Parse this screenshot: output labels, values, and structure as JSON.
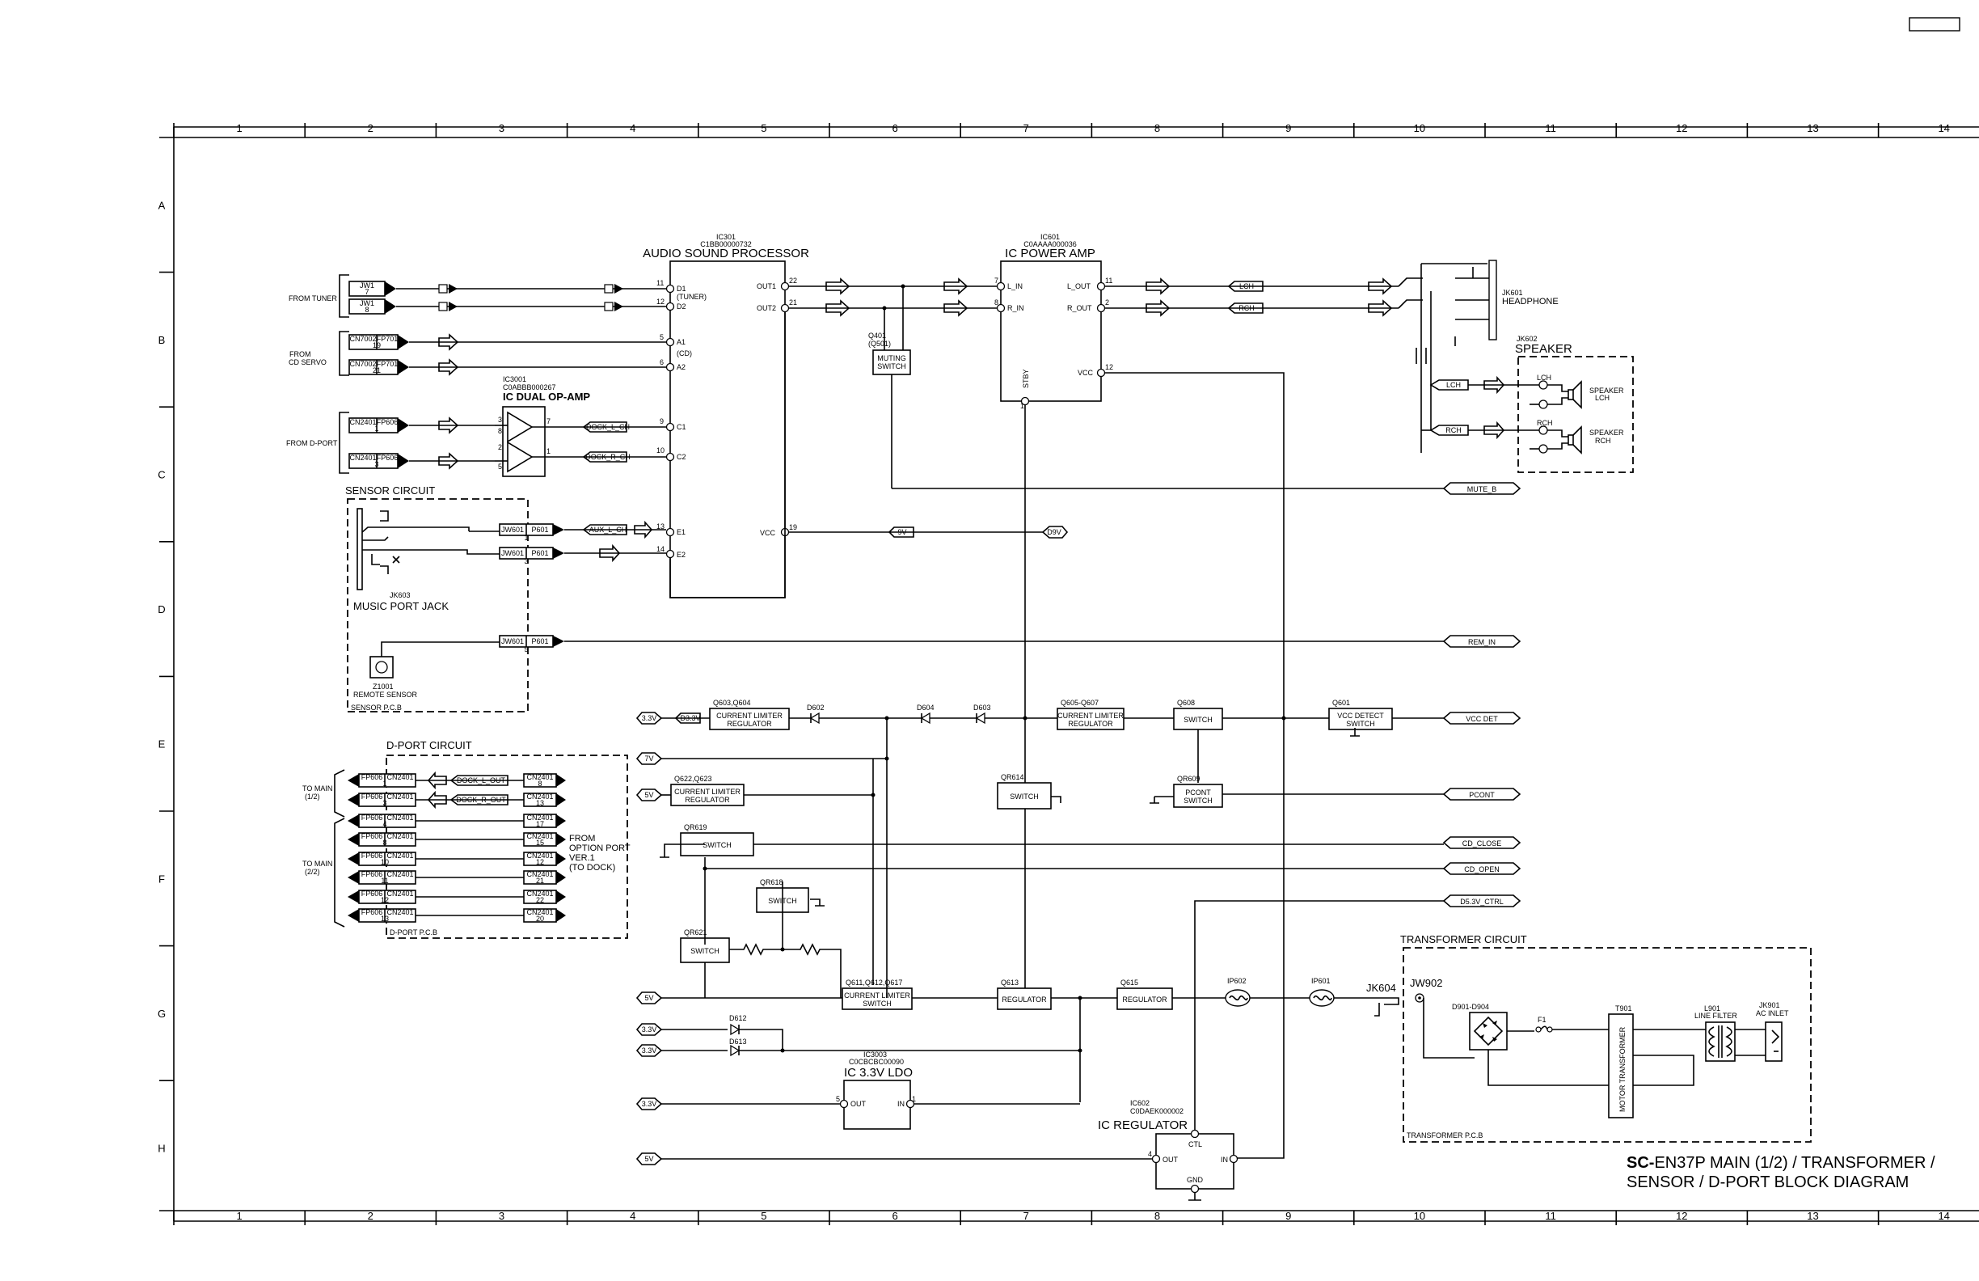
{
  "corner_box": "",
  "grid": {
    "columns": [
      "1",
      "2",
      "3",
      "4",
      "5",
      "6",
      "7",
      "8",
      "9",
      "10",
      "11",
      "12",
      "13",
      "14"
    ],
    "rows": [
      "A",
      "B",
      "C",
      "D",
      "E",
      "F",
      "G",
      "H"
    ]
  },
  "title": {
    "line1_bold": "SC-",
    "line1_rest": "EN37P MAIN (1/2) / TRANSFORMER /",
    "line2": "SENSOR / D-PORT BLOCK DIAGRAM"
  },
  "regions": {
    "sensor": "SENSOR CIRCUIT",
    "sensor_pcb": "SENSOR P.C.B",
    "dport": "D-PORT CIRCUIT",
    "dport_pcb": "D-PORT P.C.B",
    "transformer": "TRANSFORMER CIRCUIT",
    "transformer_pcb": "TRANSFORMER P.C.B"
  },
  "sources": {
    "tuner": "FROM TUNER",
    "cd_1": "FROM",
    "cd_2": "CD SERVO",
    "dport": "FROM D-PORT",
    "to_main_12_a": "TO MAIN",
    "to_main_12_b": "(1/2)",
    "to_main_22_a": "TO MAIN",
    "to_main_22_b": "(2/2)",
    "option_1": "FROM",
    "option_2": "OPTION PORT",
    "option_3": "VER.1",
    "option_4": "(TO DOCK)"
  },
  "connectors": {
    "jw1_a": "JW1",
    "jw1_a_pin": "7",
    "jw1_b": "JW1",
    "jw1_b_pin": "8",
    "cn7002_a": "CN7002",
    "fp701_a": "FP701",
    "cd_a_pin": "19",
    "cn7002_b": "CN7002",
    "fp701_b": "FP701",
    "cd_b_pin": "21",
    "cn2401_a": "CN2401",
    "fp606_a": "FP606",
    "dp_a_pin": "1",
    "cn2401_b": "CN2401",
    "fp606_b": "FP606",
    "dp_b_pin": "3",
    "jw601": "JW601",
    "p601": "P601",
    "p601_pins": [
      "1",
      "3",
      "5"
    ]
  },
  "dport_rows": [
    {
      "left": "FP606",
      "mid": "CN2401",
      "lpin": "1",
      "right": "CN2401",
      "rpin": "8",
      "signal": "DOCK_L_OUT"
    },
    {
      "left": "FP606",
      "mid": "CN2401",
      "lpin": "3",
      "right": "CN2401",
      "rpin": "13",
      "signal": "DOCK_R_OUT"
    },
    {
      "left": "FP606",
      "mid": "CN2401",
      "lpin": "4",
      "right": "CN2401",
      "rpin": "17",
      "signal": ""
    },
    {
      "left": "FP606",
      "mid": "CN2401",
      "lpin": "8",
      "right": "CN2401",
      "rpin": "15",
      "signal": ""
    },
    {
      "left": "FP606",
      "mid": "CN2401",
      "lpin": "10",
      "right": "CN2401",
      "rpin": "12",
      "signal": ""
    },
    {
      "left": "FP606",
      "mid": "CN2401",
      "lpin": "11",
      "right": "CN2401",
      "rpin": "21",
      "signal": ""
    },
    {
      "left": "FP606",
      "mid": "CN2401",
      "lpin": "12",
      "right": "CN2401",
      "rpin": "22",
      "signal": ""
    },
    {
      "left": "FP606",
      "mid": "CN2401",
      "lpin": "13",
      "right": "CN2401",
      "rpin": "20",
      "signal": ""
    }
  ],
  "ic301": {
    "ref": "IC301",
    "part": "C1BB00000732",
    "name": "AUDIO SOUND PROCESSOR",
    "pins_left": [
      {
        "num": "11",
        "label": "D1"
      },
      {
        "num": "12",
        "label": "D2"
      },
      {
        "num": "5",
        "label": "A1"
      },
      {
        "num": "6",
        "label": "A2"
      },
      {
        "num": "9",
        "label": "C1"
      },
      {
        "num": "10",
        "label": "C2"
      },
      {
        "num": "13",
        "label": "E1"
      },
      {
        "num": "14",
        "label": "E2"
      }
    ],
    "tuner_note": "(TUNER)",
    "cd_note": "(CD)",
    "out1": "OUT1",
    "out1_pin": "22",
    "out2": "OUT2",
    "out2_pin": "21",
    "vcc": "VCC",
    "vcc_pin": "19"
  },
  "ic3001": {
    "ref": "IC3001",
    "part": "C0ABBB000267",
    "name": "IC DUAL OP-AMP",
    "pins": [
      "3",
      "8",
      "2",
      "5",
      "7",
      "1"
    ],
    "dock_l": "DOCK_L_CH",
    "dock_r": "DOCK_R_CH"
  },
  "ic601": {
    "ref": "IC601",
    "part": "C0AAAA000036",
    "name": "IC POWER AMP",
    "l_in": "L_IN",
    "l_in_pin": "7",
    "r_in": "R_IN",
    "r_in_pin": "8",
    "l_out": "L_OUT",
    "l_out_pin": "11",
    "r_out": "R_OUT",
    "r_out_pin": "2",
    "vcc": "VCC",
    "vcc_pin": "12",
    "stby": "STBY",
    "stby_pin": "1"
  },
  "q401": {
    "ref": "Q401",
    "sub": "(Q501)",
    "name1": "MUTING",
    "name2": "SWITCH"
  },
  "headphone": {
    "ref": "JK601",
    "name": "HEADPHONE",
    "lch": "LCH",
    "rch": "RCH"
  },
  "speaker": {
    "ref": "JK602",
    "name": "SPEAKER",
    "lch": "LCH",
    "rch": "RCH",
    "spk_l1": "SPEAKER",
    "spk_l2": "LCH",
    "spk_r1": "SPEAKER",
    "spk_r2": "RCH"
  },
  "sensor": {
    "jack_ref": "JK603",
    "jack_name": "MUSIC PORT JACK",
    "remote_ref": "Z1001",
    "remote_name": "REMOTE SENSOR",
    "aux": "AUX_L_CH"
  },
  "nets": {
    "v9": "9V",
    "d9v": "D9V",
    "d33": "D3.3V",
    "mute": "MUTE_B",
    "rem": "REM_IN",
    "vccdet": "VCC DET",
    "pcont": "PCONT",
    "cdclose": "CD_CLOSE",
    "cdopen": "CD_OPEN",
    "d53": "D5.3V_CTRL"
  },
  "rails": [
    "3.3V",
    "7V",
    "5V",
    "5V",
    "3.3V",
    "3.3V",
    "3.3V",
    "5V"
  ],
  "blocks": {
    "q603": {
      "ref": "Q603,Q604",
      "l1": "CURRENT LIMITER",
      "l2": "REGULATOR"
    },
    "q622": {
      "ref": "Q622,Q623",
      "l1": "CURRENT LIMITER",
      "l2": "REGULATOR"
    },
    "q605": {
      "ref": "Q605-Q607",
      "l1": "CURRENT LIMITER",
      "l2": "REGULATOR"
    },
    "q608": {
      "ref": "Q608",
      "l1": "SWITCH"
    },
    "q601": {
      "ref": "Q601",
      "l1": "VCC DETECT",
      "l2": "SWITCH"
    },
    "qr614": {
      "ref": "QR614",
      "l1": "SWITCH"
    },
    "qr609": {
      "ref": "QR609",
      "l1": "PCONT",
      "l2": "SWITCH"
    },
    "qr619": {
      "ref": "QR619",
      "l1": "SWITCH"
    },
    "qr618": {
      "ref": "QR618",
      "l1": "SWITCH"
    },
    "qr621": {
      "ref": "QR621",
      "l1": "SWITCH"
    },
    "cls": {
      "ref": "Q611,Q612,Q617",
      "l1": "CURRENT LIMITER",
      "l2": "SWITCH"
    },
    "q613": {
      "ref": "Q613",
      "l1": "REGULATOR"
    },
    "q615": {
      "ref": "Q615",
      "l1": "REGULATOR"
    }
  },
  "diodes": {
    "d602": "D602",
    "d604": "D604",
    "d603": "D603",
    "d612": "D612",
    "d613": "D613"
  },
  "ic3003": {
    "ref": "IC3003",
    "part": "C0CBCBC00090",
    "name": "IC 3.3V LDO",
    "out": "OUT",
    "out_pin": "5",
    "in": "IN",
    "in_pin": "1"
  },
  "ic602": {
    "ref": "IC602",
    "part": "C0DAEK000002",
    "name": "IC REGULATOR",
    "out": "OUT",
    "out_pin": "4",
    "in": "IN",
    "ctl": "CTL",
    "gnd": "GND"
  },
  "fuses": {
    "ip602": "IP602",
    "ip601": "IP601"
  },
  "transformer": {
    "jk604": "JK604",
    "jw902": "JW902",
    "d901": "D901-D904",
    "f1": "F1",
    "t901": "T901",
    "motor": "MOTOR TRANSFORMER",
    "l901_ref": "L901",
    "l901_name": "LINE FILTER",
    "jk901_ref": "JK901",
    "jk901_name": "AC INLET"
  }
}
